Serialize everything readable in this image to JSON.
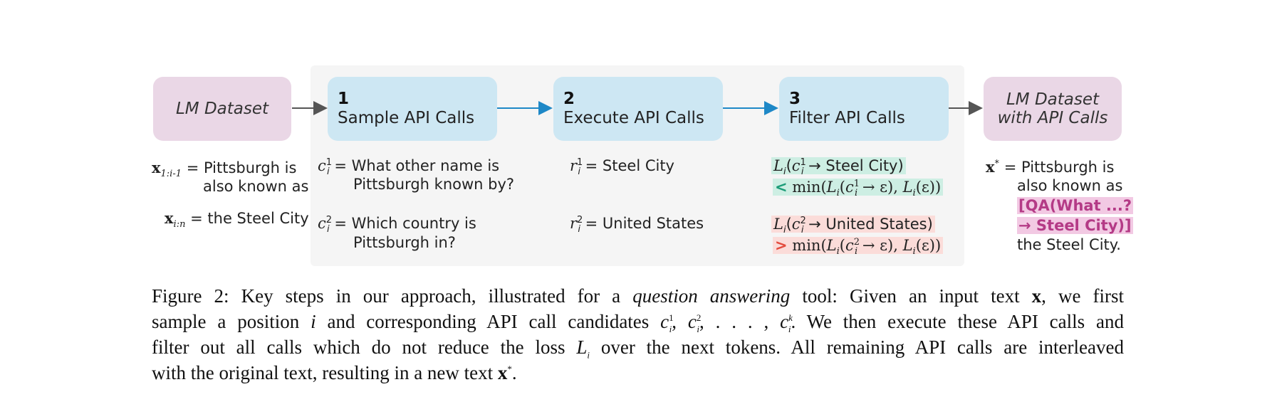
{
  "boxes": {
    "input": "LM Dataset",
    "output_line1": "LM Dataset",
    "output_line2": "with API Calls"
  },
  "steps": [
    {
      "num": "1",
      "title": "Sample API Calls"
    },
    {
      "num": "2",
      "title": "Execute API Calls"
    },
    {
      "num": "3",
      "title": "Filter API Calls"
    }
  ],
  "input_text": {
    "prefix_var": "x",
    "prefix_sub": "1:i-1",
    "prefix_line1": "= Pittsburgh is",
    "prefix_line2": "also known as",
    "suffix_var": "x",
    "suffix_sub": "i:n",
    "suffix_text": "= the Steel City"
  },
  "calls": [
    {
      "var": "c",
      "sub": "i",
      "sup": "1",
      "line1": "= What other name is",
      "line2": "Pittsburgh known by?"
    },
    {
      "var": "c",
      "sub": "i",
      "sup": "2",
      "line1": "= Which country is",
      "line2": "Pittsburgh in?"
    }
  ],
  "results": [
    {
      "var": "r",
      "sub": "i",
      "sup": "1",
      "text": "= Steel City"
    },
    {
      "var": "r",
      "sub": "i",
      "sup": "2",
      "text": "= United States"
    }
  ],
  "filters": [
    {
      "lhs_answer": "Steel City",
      "op": "<",
      "rhs": "min(L(c → ε), L(ε))",
      "sup": "1"
    },
    {
      "lhs_answer": "United States",
      "op": ">",
      "rhs": "min(L(c → ε), L(ε))",
      "sup": "2"
    }
  ],
  "output_text": {
    "var": "x",
    "sup": "*",
    "line1": "= Pittsburgh is",
    "line2": "also known as",
    "call_line1": "[QA(What ...?",
    "call_line2": "→ Steel City)]",
    "line5": "the Steel City."
  },
  "caption": {
    "lines": [
      "Figure 2: Key steps in our approach, illustrated for a question answering tool: Given an input text x, we first",
      "sample a position i and corresponding API call candidates c_i^1, c_i^2, ..., c_i^k. We then execute these API calls and",
      "filter out all calls which do not reduce the loss L_i over the next tokens. All remaining API calls are interleaved",
      "with the original text, resulting in a new text x*."
    ]
  },
  "colors": {
    "pink_box": "#ead7e6",
    "blue_box": "#cde7f3",
    "blue_arrow": "#1e88c7",
    "grey_arrow": "#555555",
    "green_highlight": "#cdeee3",
    "red_highlight": "#fbdcd9",
    "magenta": "#b43a86"
  }
}
